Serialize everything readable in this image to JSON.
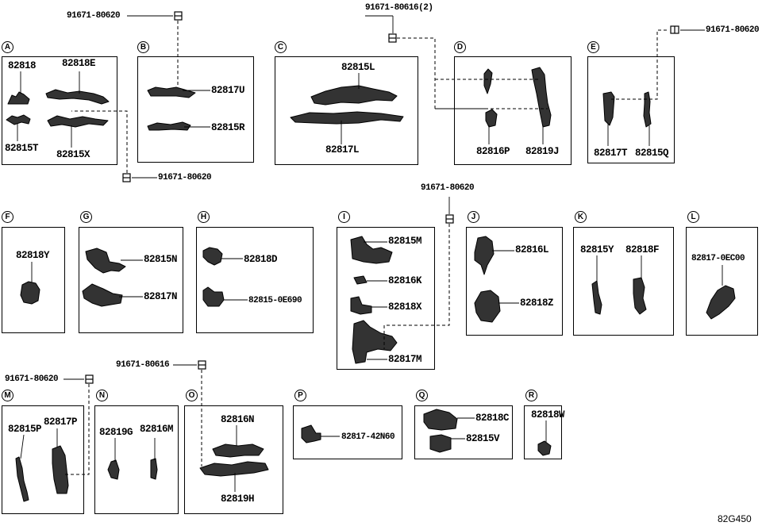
{
  "diagram_id": "82G450",
  "bolts": {
    "b1": "91671-80620",
    "b2": "91671-80616(2)",
    "b3": "91671-80620",
    "b4": "91671-80620",
    "b5": "91671-80620",
    "b6": "91671-80620",
    "b7": "91671-80616"
  },
  "groups": {
    "A": {
      "letter": "A",
      "parts": [
        "82818",
        "82818E",
        "82815T",
        "82815X"
      ]
    },
    "B": {
      "letter": "B",
      "parts": [
        "82817U",
        "82815R"
      ]
    },
    "C": {
      "letter": "C",
      "parts": [
        "82815L",
        "82817L"
      ]
    },
    "D": {
      "letter": "D",
      "parts": [
        "82816P",
        "82819J"
      ]
    },
    "E": {
      "letter": "E",
      "parts": [
        "82817T",
        "82815Q"
      ]
    },
    "F": {
      "letter": "F",
      "parts": [
        "82818Y"
      ]
    },
    "G": {
      "letter": "G",
      "parts": [
        "82815N",
        "82817N"
      ]
    },
    "H": {
      "letter": "H",
      "parts": [
        "82818D",
        "82815-0E690"
      ]
    },
    "I": {
      "letter": "I",
      "parts": [
        "82815M",
        "82816K",
        "82818X",
        "82817M"
      ]
    },
    "J": {
      "letter": "J",
      "parts": [
        "82816L",
        "82818Z"
      ]
    },
    "K": {
      "letter": "K",
      "parts": [
        "82815Y",
        "82818F"
      ]
    },
    "L": {
      "letter": "L",
      "parts": [
        "82817-0EC00"
      ]
    },
    "M": {
      "letter": "M",
      "parts": [
        "82815P",
        "82817P"
      ]
    },
    "N": {
      "letter": "N",
      "parts": [
        "82819G",
        "82816M"
      ]
    },
    "O": {
      "letter": "O",
      "parts": [
        "82816N",
        "82819H"
      ]
    },
    "P": {
      "letter": "P",
      "parts": [
        "82817-42N60"
      ]
    },
    "Q": {
      "letter": "Q",
      "parts": [
        "82818C",
        "82815V"
      ]
    },
    "R": {
      "letter": "R",
      "parts": [
        "82818W"
      ]
    }
  }
}
